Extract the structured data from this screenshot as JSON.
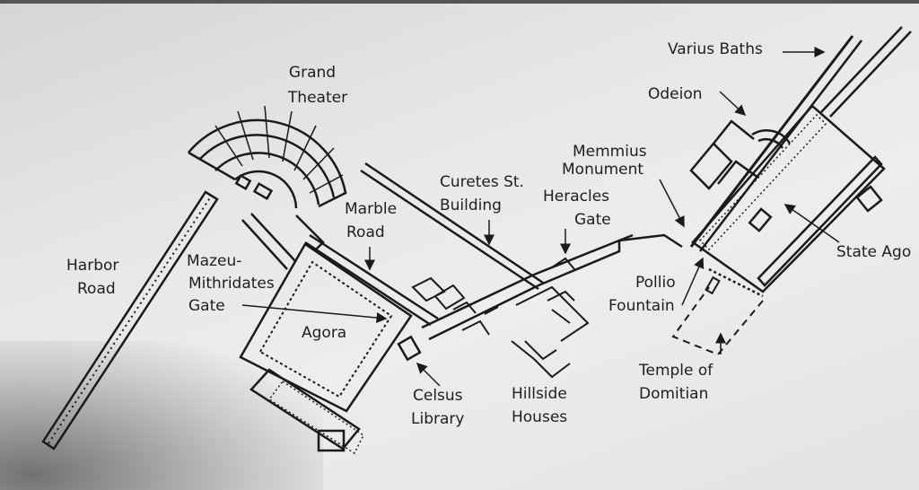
{
  "map": {
    "labels": {
      "varius_baths": "Varius Baths",
      "odeion": "Odeion",
      "grand_theater_1": "Grand",
      "grand_theater_2": "Theater",
      "memmius_1": "Memmius",
      "memmius_2": "Monument",
      "curetes_1": "Curetes St.",
      "curetes_2": "Building",
      "heracles_1": "Heracles",
      "heracles_2": "Gate",
      "marble_1": "Marble",
      "marble_2": "Road",
      "harbor_1": "Harbor",
      "harbor_2": "Road",
      "mazeu_1": "Mazeu-",
      "mazeu_2": "Mithridates",
      "mazeu_3": "Gate",
      "agora": "Agora",
      "celsus_1": "Celsus",
      "celsus_2": "Library",
      "hillside_1": "Hillside",
      "hillside_2": "Houses",
      "pollio_1": "Pollio",
      "pollio_2": "Fountain",
      "temple_1": "Temple of",
      "temple_2": "Domitian",
      "state_agora": "State Ago"
    }
  }
}
